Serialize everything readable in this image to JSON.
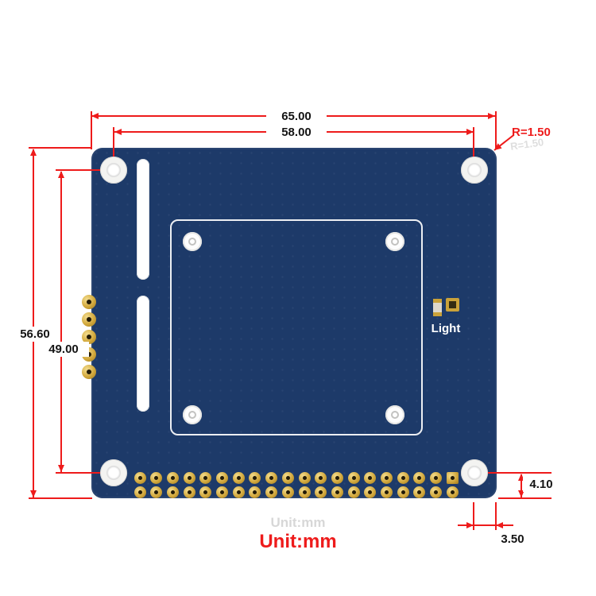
{
  "dims": {
    "width": "65.00",
    "hole_span_x": "58.00",
    "height": "56.60",
    "hole_span_y": "49.00",
    "corner_radius": "R=1.50",
    "corner_radius_watermark": "R=1.50",
    "bottom_hole_offset": "4.10",
    "corner_hole_offset": "3.50",
    "unit": "Unit:mm",
    "unit_watermark": "Unit:mm"
  },
  "board": {
    "light_label": "Light",
    "gpio_header": {
      "rows": 2,
      "cols": 20
    },
    "left_pad_count": 5
  },
  "colors": {
    "board": "#1d3a69",
    "dimension_red": "#ee1b1b",
    "dim_text": "#141414",
    "gold": "#d2a83c",
    "silkscreen": "#ffffff"
  }
}
